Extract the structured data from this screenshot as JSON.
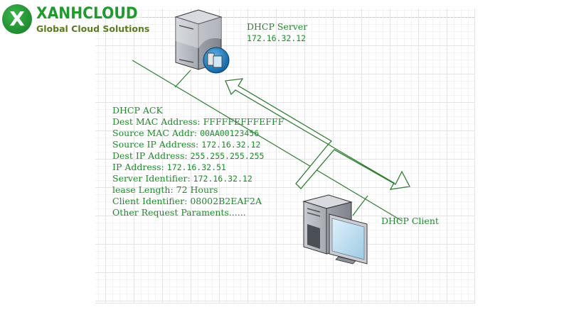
{
  "logo": {
    "icon": "x-badge-icon",
    "letter": "X",
    "title": "XANHCLOUD",
    "subtitle": "Global Cloud Solutions",
    "colors": {
      "primary": "#1f9a2c",
      "subtitle": "#5c7a1e"
    }
  },
  "server": {
    "icon": "server-icon",
    "name": "DHCP Server",
    "ip": "172.16.32.12"
  },
  "client": {
    "icon": "desktop-computer-icon",
    "name": "DHCP Client"
  },
  "arrow": {
    "icon": "bidirectional-arrow-icon",
    "direction": "server-to-client"
  },
  "packet": {
    "title": "DHCP ACK",
    "fields": [
      {
        "label": "Dest MAC Address:",
        "value": "FFFFFEFFFEFFF"
      },
      {
        "label": "Source MAC Addr:",
        "value": "00AA00123456"
      },
      {
        "label": "Source IP Address:",
        "value": "172.16.32.12"
      },
      {
        "label": "Dest IP Address:",
        "value": "255.255.255.255"
      },
      {
        "label": "IP Address:",
        "value": "172.16.32.51"
      },
      {
        "label": "Server Identifier:",
        "value": "172.16.32.12"
      },
      {
        "label": "lease Length:",
        "value": "72 Hours"
      },
      {
        "label": "Client Identifier:",
        "value": "08002B2EAF2A"
      },
      {
        "label": "Other Request Paraments......",
        "value": ""
      }
    ]
  },
  "colors": {
    "text": "#1c8a2a",
    "line": "#2f7d32",
    "grid": "#e3e3e3"
  }
}
